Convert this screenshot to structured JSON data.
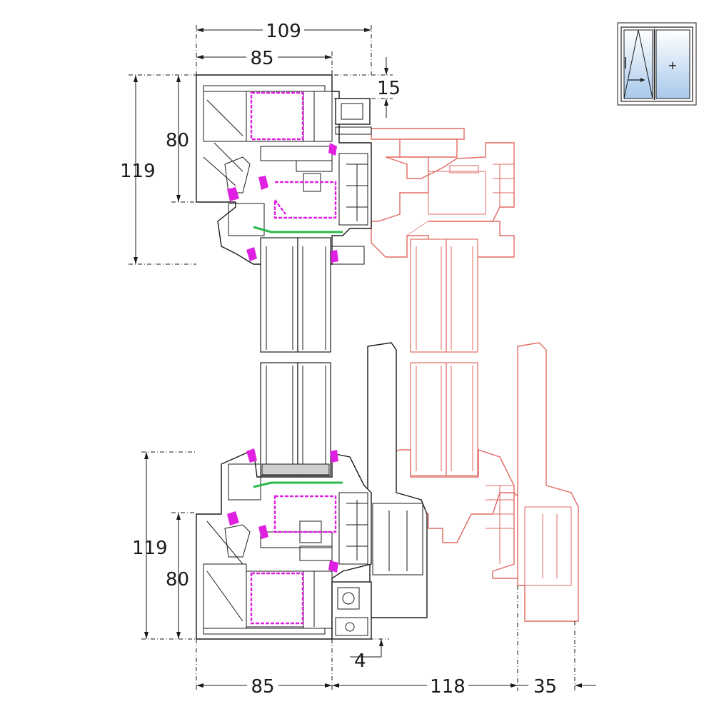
{
  "dimensions": {
    "top_outer_width": "109",
    "top_frame_width": "85",
    "top_offset": "15",
    "top_left_inner": "80",
    "top_left_outer": "119",
    "bottom_left_outer": "119",
    "bottom_left_inner": "80",
    "bottom_gap": "4",
    "bottom_frame_width": "85",
    "bottom_slide_width": "118",
    "bottom_right_width": "35"
  },
  "icon": {
    "name": "lift-slide-window-icon",
    "plus_symbol": "+"
  },
  "colors": {
    "profile": "#1a1a1a",
    "ghost_profile": "#e06a62",
    "steel_reinforcement": "#e020e0",
    "gasket_green": "#2db84a"
  }
}
